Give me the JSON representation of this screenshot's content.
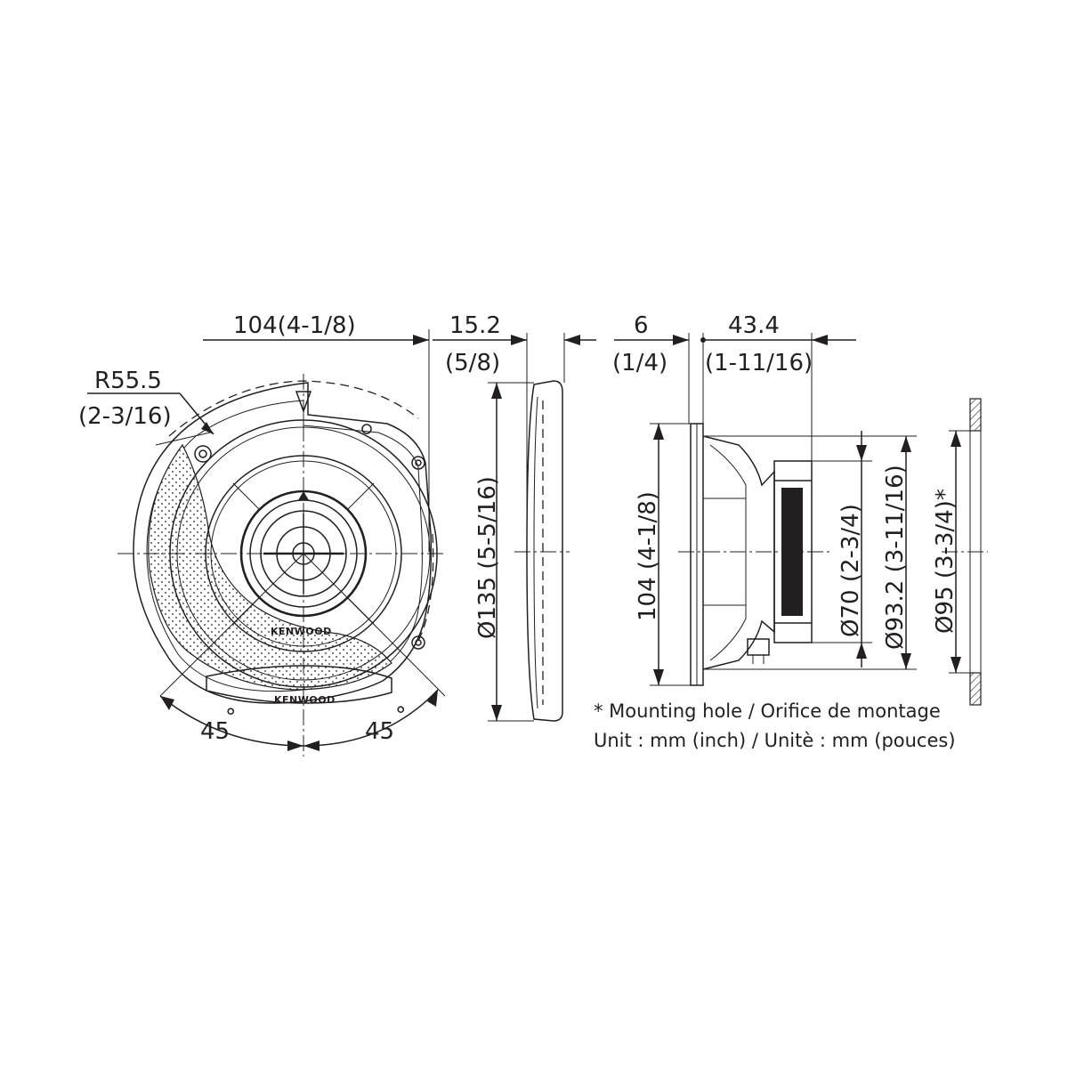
{
  "front_view": {
    "width_dim": "104(4-1/8)",
    "radius_mm": "R55.5",
    "radius_in": "(2-3/16)",
    "angle_left": "45",
    "angle_right": "45",
    "degree_mark": "°",
    "brand_top": "KENWOOD",
    "brand_bottom": "KENWOOD"
  },
  "grille_side_view": {
    "depth_mm": "15.2",
    "depth_in": "(5/8)",
    "diameter_dim": "Ø135 (5-5/16)"
  },
  "speaker_side_view": {
    "flange_mm": "6",
    "flange_in": "(1/4)",
    "depth_mm": "43.4",
    "depth_in": "(1-11/16)",
    "height_dim": "104 (4-1/8)",
    "magnet_dim": "Ø70 (2-3/4)",
    "frame_dim": "Ø93.2 (3-11/16)"
  },
  "mounting_hole_view": {
    "hole_dim": "Ø95 (3-3/4)*"
  },
  "notes": {
    "mounting_hole": "* Mounting hole / Orifice de montage",
    "unit": "Unit : mm (inch) / Unitè : mm (pouces)"
  }
}
